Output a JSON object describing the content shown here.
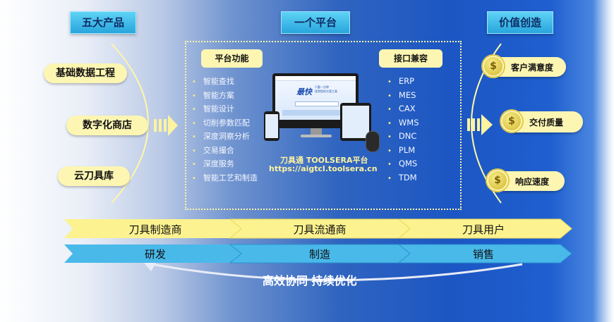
{
  "headers": {
    "products": "五大产品",
    "platform": "一个平台",
    "value": "价值创造"
  },
  "products": [
    "基础数据工程",
    "数字化商店",
    "云刀具库"
  ],
  "platform": {
    "functions_title": "平台功能",
    "functions": [
      "智能查找",
      "智能方案",
      "智能设计",
      "切削参数匹配",
      "深度洞察分析",
      "交易撮合",
      "深度服务",
      "智能工艺和制造"
    ],
    "interfaces_title": "接口兼容",
    "interfaces": [
      "ERP",
      "MES",
      "CAX",
      "WMS",
      "DNC",
      "PLM",
      "QMS",
      "TDM"
    ],
    "device_name": "刀具通 TOOLSERA平台",
    "url": "https://aigtcl.toolsera.cn",
    "screen_logo": "最快",
    "screen_line1": "只要一分钟",
    "screen_line2": "找到您的方案工具"
  },
  "values": [
    "客户满意度",
    "交付质量",
    "响应速度"
  ],
  "coin_symbol": "$",
  "chain_top": [
    "刀具制造商",
    "刀具流通商",
    "刀具用户"
  ],
  "chain_bottom": [
    "研发",
    "制造",
    "销售"
  ],
  "footer": "高效协同 持续优化",
  "colors": {
    "accent_yellow": "#fdf6b3",
    "header_cyan": "#3bb8e8",
    "chevron_blue": "#49b9ea"
  }
}
